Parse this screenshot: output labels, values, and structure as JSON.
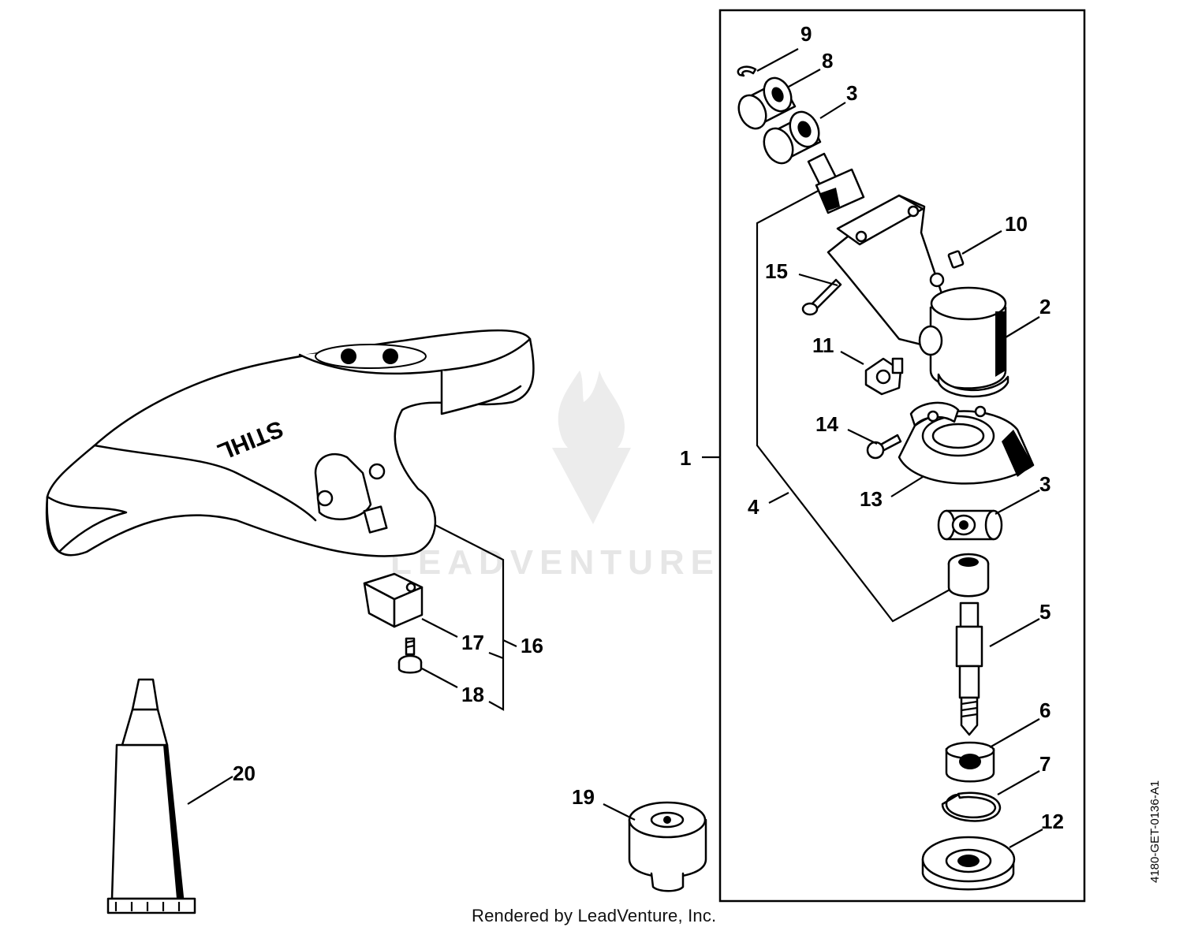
{
  "diagram": {
    "callouts": [
      "1",
      "2",
      "3",
      "3",
      "4",
      "5",
      "6",
      "7",
      "8",
      "9",
      "10",
      "11",
      "12",
      "13",
      "14",
      "15",
      "16",
      "17",
      "18",
      "19",
      "20"
    ],
    "guard_logo": "STIHL",
    "watermark": "LEADVENTURE"
  },
  "footer": {
    "rendered_by": "Rendered by LeadVenture, Inc.",
    "doc_id": "4180-GET-0136-A1"
  }
}
